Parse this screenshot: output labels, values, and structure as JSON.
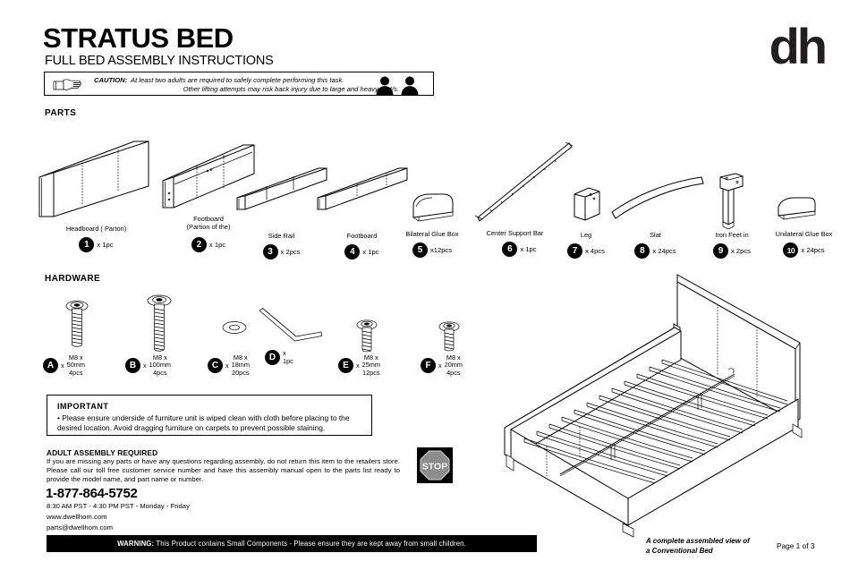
{
  "header": {
    "title": "STRATUS BED",
    "subtitle": "FULL BED ASSEMBLY INSTRUCTIONS",
    "logo": "dh"
  },
  "caution": {
    "label": "CAUTION:",
    "line1": "At least two adults are required to safely complete performing this task.",
    "line2": "Other lifting attempts may risk back injury due to large and heavy part/s."
  },
  "sections": {
    "parts_heading": "PARTS",
    "hardware_heading": "HARDWARE"
  },
  "parts": [
    {
      "num": "1",
      "name": "Headboard ( Parton)",
      "qty": "x 1pc"
    },
    {
      "num": "2",
      "name": "Footboard\n(Partion of the)",
      "qty": "x 1pc"
    },
    {
      "num": "3",
      "name": "Side Rail",
      "qty": "x 2pcs"
    },
    {
      "num": "4",
      "name": "Footboard",
      "qty": "x 1pc"
    },
    {
      "num": "5",
      "name": "Bilateral Glue Box",
      "qty": "x12pcs"
    },
    {
      "num": "6",
      "name": "Center Support Bar",
      "qty": "x 1pc"
    },
    {
      "num": "7",
      "name": "Leg",
      "qty": "x 4pcs"
    },
    {
      "num": "8",
      "name": "Slat",
      "qty": "x 24pcs"
    },
    {
      "num": "9",
      "name": "Iron Feet in",
      "qty": "x 2pcs"
    },
    {
      "num": "10",
      "name": "Unilateral Glue Box",
      "qty": "x 24pcs"
    }
  ],
  "hardware": [
    {
      "letter": "A",
      "x": "x",
      "spec": "M8 x 50mm\n4pcs"
    },
    {
      "letter": "B",
      "x": "x",
      "spec": "M8 x 100mm\n4pcs"
    },
    {
      "letter": "C",
      "x": "x",
      "spec": "M8 x 18mm\n20pcs"
    },
    {
      "letter": "D",
      "x": "x 1pc",
      "spec": ""
    },
    {
      "letter": "E",
      "x": "x",
      "spec": "M8 x 25mm\n12pcs"
    },
    {
      "letter": "F",
      "x": "x",
      "spec": "M8 x 20mm\n4pcs"
    }
  ],
  "important": {
    "title": "IMPORTANT",
    "text": "• Please ensure underside of furniture unit is wiped clean with cloth before placing to the desired location. Avoid dragging furniture on carpets to prevent possible staining."
  },
  "adult": {
    "title": "ADULT ASSEMBLY REQUIRED",
    "text": "If you are missing any parts or have any questions regarding assembly, do not return this item to the retailers store. Please call our toll free customer service number and have this assembly manual open to the parts list ready to provide the model name, and part name or number.",
    "phone": "1-877-864-5752",
    "hours": "8:30 AM PST - 4:30 PM PST - Monday - Friday",
    "website": "www.dwellhom.com",
    "email": "parts@dwellhom.com",
    "stop_label": "STOP"
  },
  "warning": {
    "label": "WARNING:",
    "text": "This Product contains Small Components - Please ensure they are kept away from small children."
  },
  "figure": {
    "caption": "A complete assembled view of\na Conventional Bed",
    "page": "Page 1 of 3"
  },
  "colors": {
    "ink": "#000000",
    "logo": "#231f20",
    "stop_sign": "#8c8c8c"
  }
}
